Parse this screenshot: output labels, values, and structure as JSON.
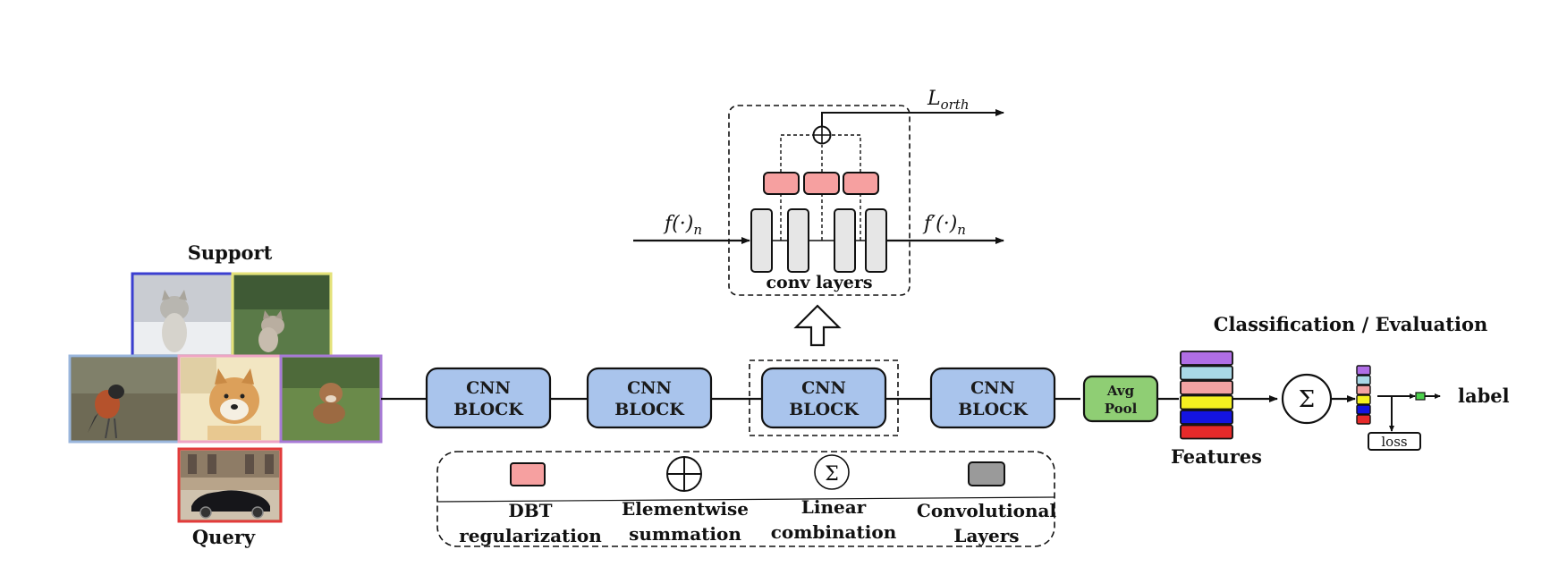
{
  "labels": {
    "support": "Support",
    "query": "Query",
    "classification": "Classification / Evaluation",
    "features": "Features",
    "label": "label",
    "loss": "loss",
    "conv_layers": "conv layers",
    "avg_pool_line1": "Avg",
    "avg_pool_line2": "Pool",
    "l_orth_main": "L",
    "l_orth_sub": "orth",
    "f_in_main": "f(·)",
    "f_in_sub": "n",
    "f_out_main": "f′(·)",
    "f_out_sub": "n",
    "sigma": "Σ"
  },
  "cnn_blocks": [
    {
      "line1": "CNN",
      "line2": "BLOCK"
    },
    {
      "line1": "CNN",
      "line2": "BLOCK"
    },
    {
      "line1": "CNN",
      "line2": "BLOCK"
    },
    {
      "line1": "CNN",
      "line2": "BLOCK"
    }
  ],
  "legend": [
    {
      "icon": "pink-box-icon",
      "line1": "DBT",
      "line2": "regularization"
    },
    {
      "icon": "circle-plus-icon",
      "line1": "Elementwise",
      "line2": "summation"
    },
    {
      "icon": "sigma-circle-icon",
      "line1": "Linear",
      "line2": "combination"
    },
    {
      "icon": "gray-box-icon",
      "line1": "Convolutional",
      "line2": "Layers"
    }
  ],
  "images": {
    "support": [
      {
        "name": "cat-photo-1",
        "border": "#3b3fd0",
        "subject": "kitten"
      },
      {
        "name": "cat-photo-2",
        "border": "#e4e27a",
        "subject": "kitten-grass"
      },
      {
        "name": "bird-photo",
        "border": "#9ab6dc",
        "subject": "robin"
      },
      {
        "name": "dog-photo-1",
        "border": "#eea4c4",
        "subject": "shiba"
      },
      {
        "name": "dog-photo-2",
        "border": "#a77ad6",
        "subject": "puppy-grass"
      }
    ],
    "query": {
      "name": "car-photo",
      "border": "#e23b3b",
      "subject": "car"
    }
  },
  "colors": {
    "cnn_block": "#a9c4ec",
    "avg_pool": "#8fce74",
    "dbt": "#f6a0a0",
    "conv_layer": "#e6e6e6",
    "legend_gray": "#9a9a9a",
    "feature_stack": [
      "#b06ee6",
      "#a9d8e6",
      "#f3a2a2",
      "#f4f020",
      "#1414e0",
      "#e62a2a"
    ],
    "feature_small": [
      "#b06ee6",
      "#a9d8e6",
      "#f3a2a2",
      "#f4f020",
      "#1414e0",
      "#e62a2a"
    ],
    "label_marker": "#4cd14c"
  }
}
